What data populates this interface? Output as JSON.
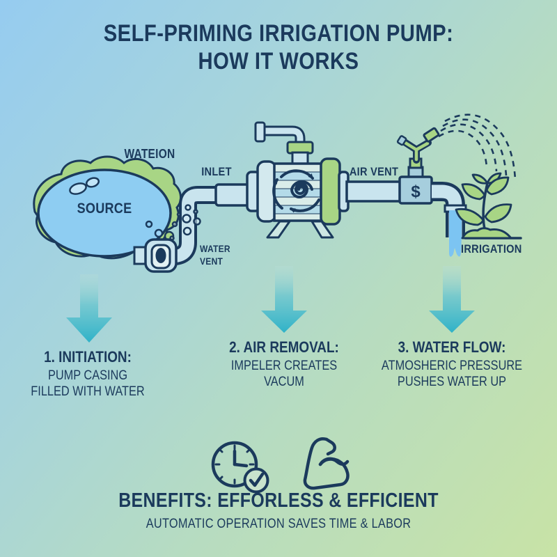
{
  "title": {
    "line1": "SELF-PRIMING IRRIGATION PUMP:",
    "line2": "HOW IT WORKS"
  },
  "diagram": {
    "labels": {
      "water_source": "WATEION",
      "source": "SOURCE",
      "inlet": "INLET",
      "water_vent_line1": "WATER",
      "water_vent_line2": "VENT",
      "air_vent": "AIR VENT",
      "valve_symbol": "$",
      "irrigation": "IRRIGATION"
    },
    "icons": [
      "pond-icon",
      "foot-valve-icon",
      "pump-icon",
      "impeller-icon",
      "sprinkler-icon",
      "plant-icon"
    ]
  },
  "steps": [
    {
      "heading": "1. INITIATION:",
      "line1": "PUMP CASING",
      "line2": "FILLED WITH WATER"
    },
    {
      "heading": "2. AIR REMOVAL:",
      "line1": "IMPELER CREATES",
      "line2": "VACUM"
    },
    {
      "heading": "3. WATER FLOW:",
      "line1": "ATMOSHERIC PRESSURE",
      "line2": "PUSHES WATER UP"
    }
  ],
  "benefits": {
    "heading": "BENEFITS: EFFORLESS & EFFICIENT",
    "subheading": "AUTOMATIC OPERATION SAVES TIME & LABOR",
    "icons": [
      "clock-check-icon",
      "muscle-icon"
    ]
  },
  "colors": {
    "background_top_left": "#99cdef",
    "background_bottom_right": "#c3e0ab",
    "outline_navy": "#1b3a5c",
    "pond_blue": "#8ecdf2",
    "grass_green": "#a8d585",
    "pipe_fill": "#c9e4ee",
    "arrow_teal": "#2fb2c8",
    "water_blue": "#7cc4f2"
  }
}
